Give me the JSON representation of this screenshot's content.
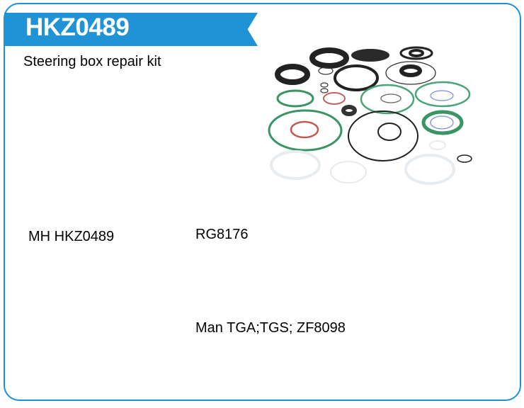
{
  "header": {
    "title": "HKZ0489",
    "subtitle": "Steering box repair kit",
    "accent_color": "#1f93d6"
  },
  "details": {
    "part_number": "MH HKZ0489",
    "reference": "RG8176",
    "application": "Man TGA;TGS; ZF8098"
  },
  "image": {
    "icon": "seal-kit-product-image"
  }
}
